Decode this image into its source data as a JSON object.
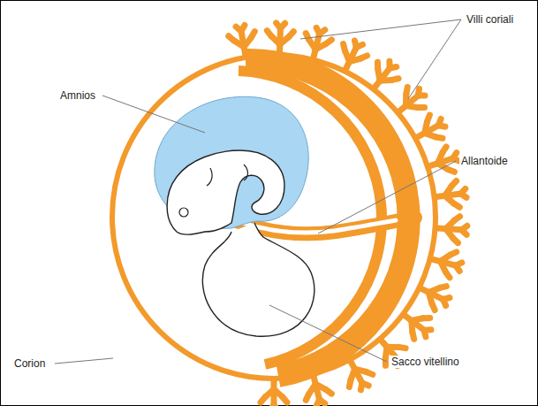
{
  "diagram": {
    "labels": [
      "Villi coriali",
      "Amnios",
      "Allantoide",
      "Corion",
      "Sacco vitellino"
    ]
  }
}
